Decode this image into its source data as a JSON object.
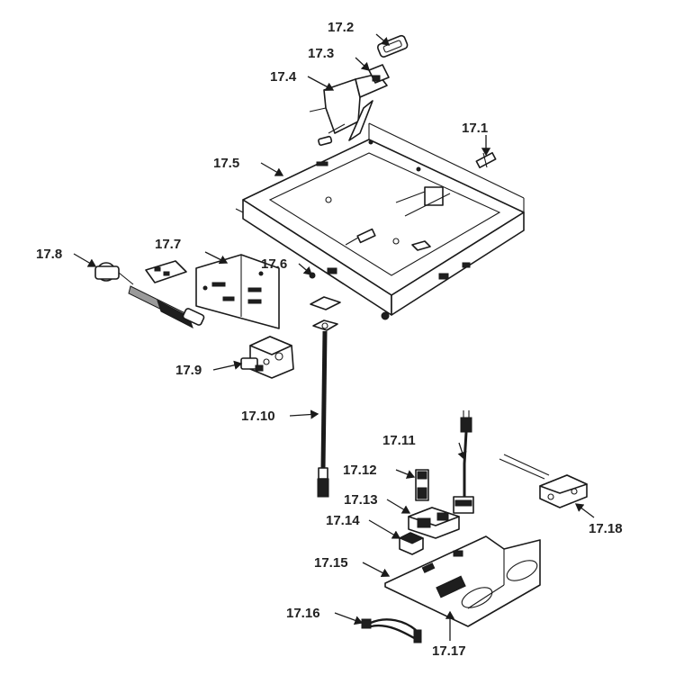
{
  "diagram": {
    "labels": [
      {
        "id": "17.1",
        "text": "17.1"
      },
      {
        "id": "17.2",
        "text": "17.2"
      },
      {
        "id": "17.3",
        "text": "17.3"
      },
      {
        "id": "17.4",
        "text": "17.4"
      },
      {
        "id": "17.5",
        "text": "17.5"
      },
      {
        "id": "17.6",
        "text": "17.6"
      },
      {
        "id": "17.7",
        "text": "17.7"
      },
      {
        "id": "17.8",
        "text": "17.8"
      },
      {
        "id": "17.9",
        "text": "17.9"
      },
      {
        "id": "17.10",
        "text": "17.10"
      },
      {
        "id": "17.11",
        "text": "17.11"
      },
      {
        "id": "17.12",
        "text": "17.12"
      },
      {
        "id": "17.13",
        "text": "17.13"
      },
      {
        "id": "17.14",
        "text": "17.14"
      },
      {
        "id": "17.15",
        "text": "17.15"
      },
      {
        "id": "17.16",
        "text": "17.16"
      },
      {
        "id": "17.17",
        "text": "17.17"
      },
      {
        "id": "17.18",
        "text": "17.18"
      }
    ]
  }
}
